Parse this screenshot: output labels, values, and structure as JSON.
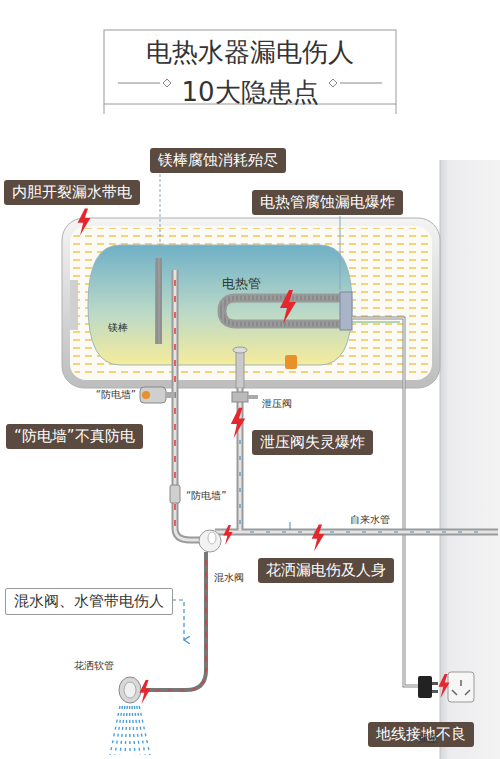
{
  "diagram": {
    "title": "电热水器漏电伤人 10大隐患点",
    "nodes": [
      {
        "text": [
          "镁棒腐蚀消耗殆尽"
        ]
      },
      {
        "text": [
          "内胆开裂漏水带电"
        ]
      },
      {
        "text": [
          "电热管腐蚀漏电爆炸"
        ]
      },
      {
        "text": [
          "“防电墙”不真防电"
        ]
      },
      {
        "text": [
          "泄压阀失灵爆炸"
        ]
      },
      {
        "text": [
          "花洒漏电伤及人身"
        ]
      },
      {
        "text": [
          "混水阀、水管带电伤人"
        ]
      },
      {
        "text": [
          "地线接地不良"
        ]
      }
    ],
    "labels": [
      "电热管",
      "镁棒",
      "“防电墙”",
      "泄压阀",
      "“防电墙”",
      "自来水管",
      "混水阀",
      "花洒软管",
      "插座"
    ]
  }
}
